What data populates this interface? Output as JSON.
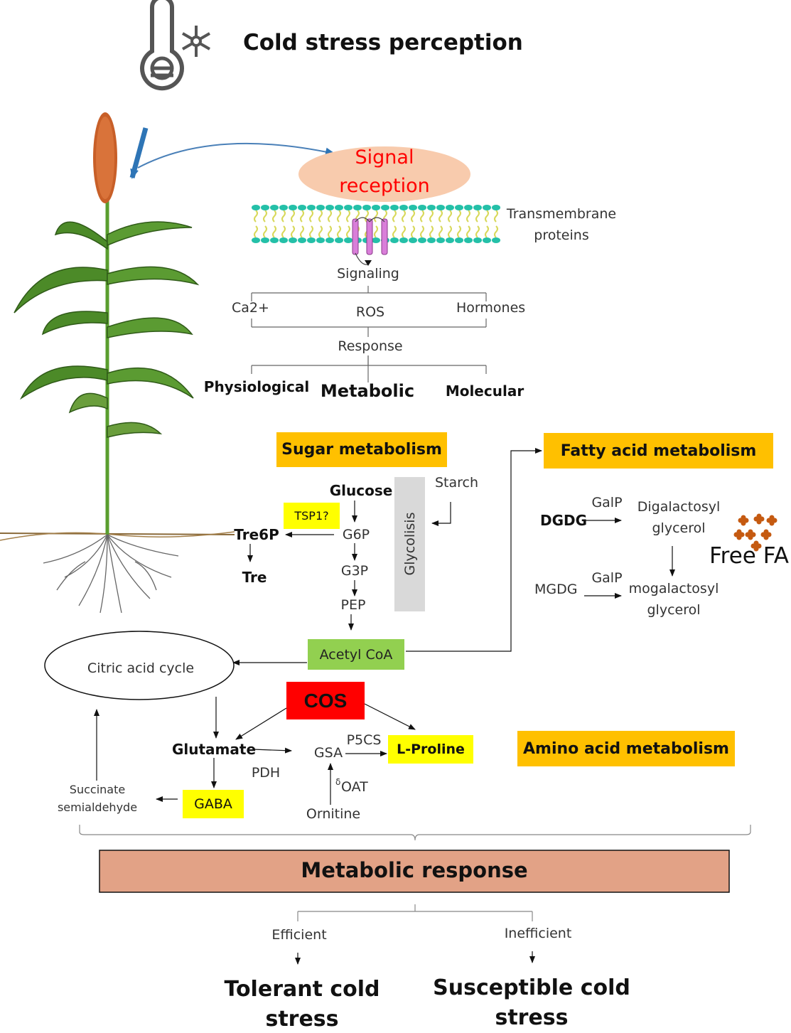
{
  "header": {
    "title": "Cold stress perception",
    "thermometer_icon": "thermometer-icon",
    "snowflake_icon": "snowflake-icon"
  },
  "signal": {
    "line1": "Signal",
    "line2": "reception",
    "color": "#ff0000",
    "ellipse_color": "#f8cbad"
  },
  "membrane": {
    "label_line1": "Transmembrane",
    "label_line2": "proteins",
    "lipid_color": "#24c0a8",
    "tail_color": "#d8d85a",
    "protein_color": "#d97ed9"
  },
  "signaling": {
    "label": "Signaling",
    "ca": "Ca2+",
    "ros": "ROS",
    "hormones": "Hormones",
    "response": "Response"
  },
  "responses": {
    "physiological": "Physiological",
    "metabolic": "Metabolic",
    "molecular": "Molecular"
  },
  "sugar": {
    "title": "Sugar metabolism",
    "glucose": "Glucose",
    "g6p": "G6P",
    "g3p": "G3P",
    "pep": "PEP",
    "tsp1": "TSP1?",
    "tre6p": "Tre6P",
    "tre": "Tre",
    "glycolisis": "Glycolisis",
    "starch": "Starch",
    "acetyl": "Acetyl CoA"
  },
  "citric": {
    "label": "Citric acid cycle"
  },
  "fatty": {
    "title": "Fatty acid metabolism",
    "dgdg": "DGDG",
    "galp1": "GalP",
    "digalacto1": "Digalactosyl",
    "digalacto2": "glycerol",
    "mgdg": "MGDG",
    "galp2": "GalP",
    "mogalacto1": "mogalactosyl",
    "mogalacto2": "glycerol",
    "free_fa": "Free FA"
  },
  "amino": {
    "title": "Amino acid metabolism",
    "cos": "COS",
    "glutamate": "Glutamate",
    "pdh": "PDH",
    "gsa": "GSA",
    "p5cs": "P5CS",
    "proline": "L-Proline",
    "oat_sup": "δ",
    "oat": "OAT",
    "ornitine": "Ornitine",
    "gaba": "GABA",
    "succ1": "Succinate",
    "succ2": "semialdehyde"
  },
  "result": {
    "title": "Metabolic response",
    "box_color": "#e2a286",
    "efficient": "Efficient",
    "inefficient": "Inefficient",
    "tolerant1": "Tolerant cold",
    "tolerant2": "stress",
    "susceptible1": "Susceptible cold",
    "susceptible2": "stress"
  },
  "colors": {
    "orange": "#ffc000",
    "yellow": "#ffff00",
    "green": "#92d050",
    "red": "#ff0000",
    "gray": "#d9d9d9",
    "blue_arrow": "#2e75b6"
  }
}
